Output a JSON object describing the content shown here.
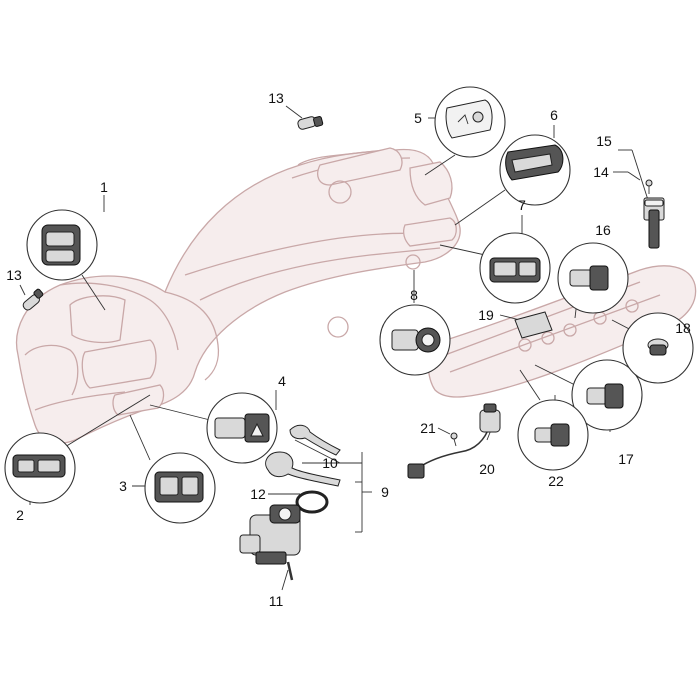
{
  "callouts": [
    {
      "id": "c1",
      "text": "1"
    },
    {
      "id": "c2",
      "text": "2"
    },
    {
      "id": "c3",
      "text": "3"
    },
    {
      "id": "c4",
      "text": "4"
    },
    {
      "id": "c5",
      "text": "5"
    },
    {
      "id": "c6",
      "text": "6"
    },
    {
      "id": "c7",
      "text": "7"
    },
    {
      "id": "c8",
      "text": "8"
    },
    {
      "id": "c9",
      "text": "9"
    },
    {
      "id": "c10",
      "text": "10"
    },
    {
      "id": "c11",
      "text": "11"
    },
    {
      "id": "c12",
      "text": "12"
    },
    {
      "id": "c13a",
      "text": "13"
    },
    {
      "id": "c13b",
      "text": "13"
    },
    {
      "id": "c14",
      "text": "14"
    },
    {
      "id": "c15",
      "text": "15"
    },
    {
      "id": "c16",
      "text": "16"
    },
    {
      "id": "c17",
      "text": "17"
    },
    {
      "id": "c18",
      "text": "18"
    },
    {
      "id": "c19",
      "text": "19"
    },
    {
      "id": "c20",
      "text": "20"
    },
    {
      "id": "c21",
      "text": "21"
    },
    {
      "id": "c22",
      "text": "22"
    }
  ]
}
